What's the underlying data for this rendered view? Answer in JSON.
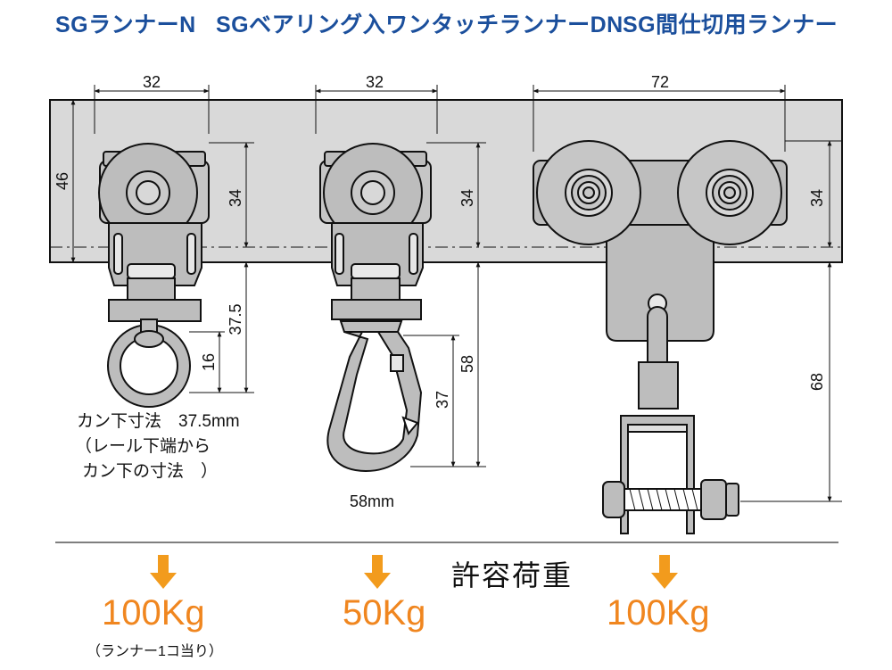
{
  "titles": {
    "runner_n": "SGランナーN",
    "runner_dn": "SGベアリング入ワンタッチランナーDN",
    "partition_runner": "SG間仕切用ランナー"
  },
  "dimensions": {
    "n_width": "32",
    "n_rail_height": "46",
    "n_runner_height": "34",
    "n_hook_drop": "37.5",
    "n_ring": "16",
    "dn_width": "32",
    "dn_runner_height": "34",
    "dn_hook_drop": "58",
    "dn_hook": "37",
    "p_width": "72",
    "p_runner_height": "34",
    "p_hook_drop": "68"
  },
  "captions": {
    "n_line1": "カン下寸法　37.5mm",
    "n_line2": "（レール下端から",
    "n_line3": "カン下の寸法　）",
    "dn_caption": "58mm"
  },
  "load": {
    "label": "許容荷重",
    "n_value": "100Kg",
    "dn_value": "50Kg",
    "p_value": "100Kg",
    "note": "（ランナー1コ当り）"
  },
  "colors": {
    "title": "#1b4f9c",
    "load_value": "#f0861f",
    "arrow": "#f29b1d",
    "rail": "#d9d9d9",
    "part": "#bdbdbd"
  },
  "icons": {
    "load_arrow": "down-arrow-icon"
  }
}
